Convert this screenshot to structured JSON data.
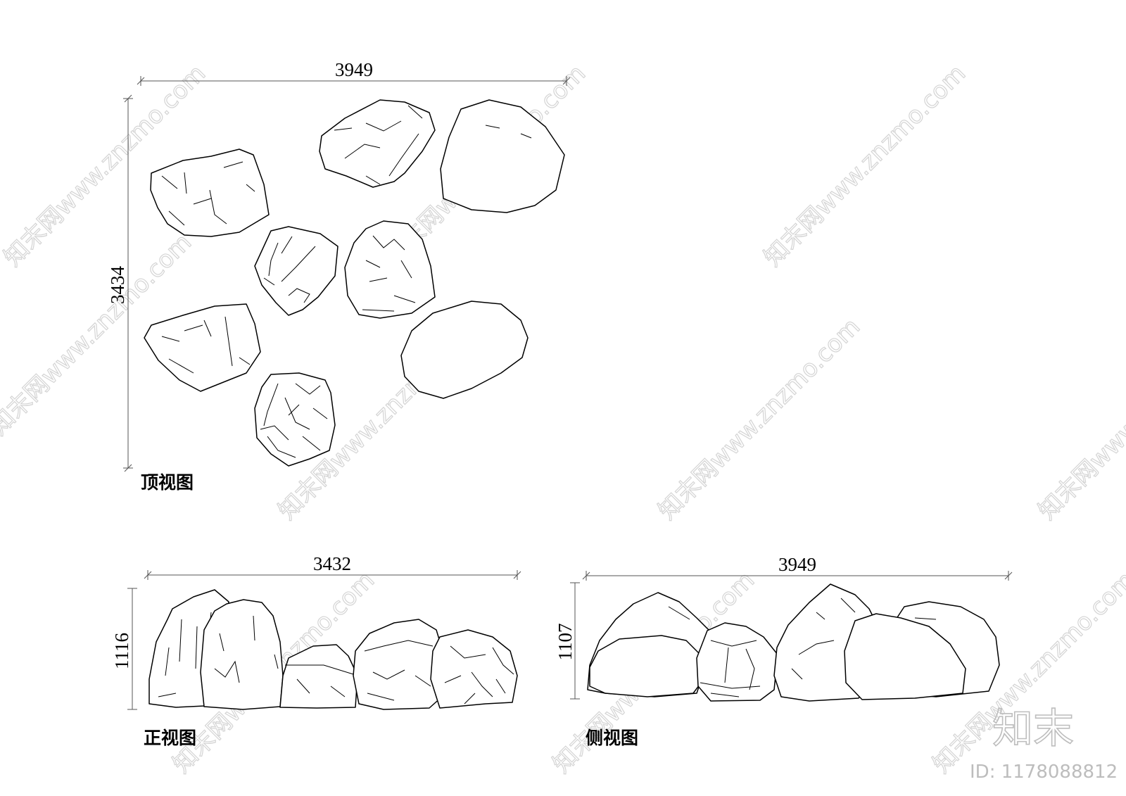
{
  "top_view": {
    "label": "顶视图",
    "width_dim": "3949",
    "height_dim": "3434"
  },
  "front_view": {
    "label": "正视图",
    "width_dim": "3432",
    "height_dim": "1116"
  },
  "side_view": {
    "label": "侧视图",
    "width_dim": "3949",
    "height_dim": "1107"
  },
  "watermark": {
    "text": "知末网www.znzmo.com",
    "brand": "知末",
    "id": "ID: 1178088812"
  }
}
